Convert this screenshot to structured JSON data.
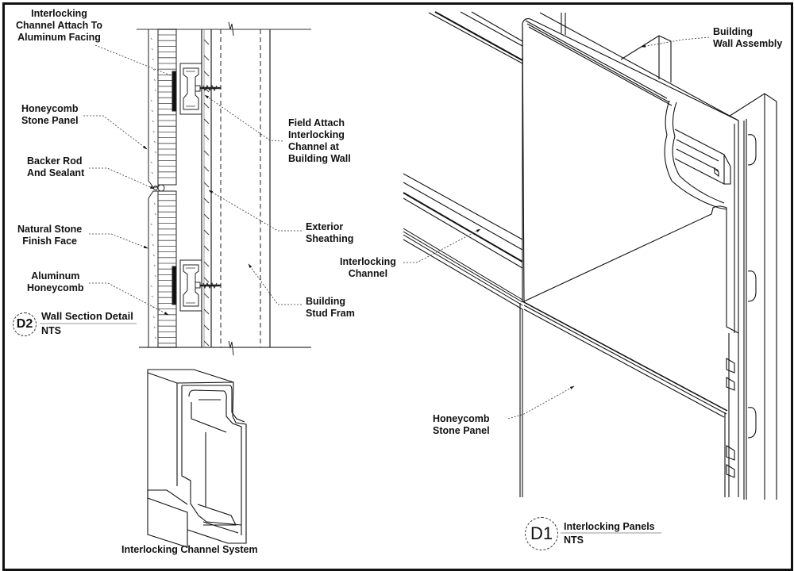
{
  "drawing": {
    "wall_section": {
      "labels": {
        "channel_attach": "Interlocking\nChannel Attach To\nAluminum Facing",
        "honeycomb_stone_panel": "Honeycomb\nStone Panel",
        "backer_rod": "Backer Rod\nAnd Sealant",
        "natural_stone": "Natural Stone\nFinish Face",
        "aluminum_honeycomb": "Aluminum\nHoneycomb",
        "field_attach": "Field Attach\nInterlocking\nChannel at\nBuilding Wall",
        "exterior_sheathing": "Exterior\nSheathing",
        "stud_frame": "Building\nStud Fram"
      },
      "detail_tag": {
        "id": "D2",
        "title": "Wall Section Detail",
        "scale": "NTS"
      }
    },
    "channel_system": {
      "caption": "Interlocking Channel System"
    },
    "interlocking_panels": {
      "labels": {
        "building_wall_assembly": "Building\nWall Assembly",
        "interlocking_channel": "Interlocking\nChannel",
        "honeycomb_stone_panel": "Honeycomb\nStone Panel"
      },
      "detail_tag": {
        "id": "D1",
        "title": "Interlocking Panels",
        "scale": "NTS"
      }
    }
  }
}
